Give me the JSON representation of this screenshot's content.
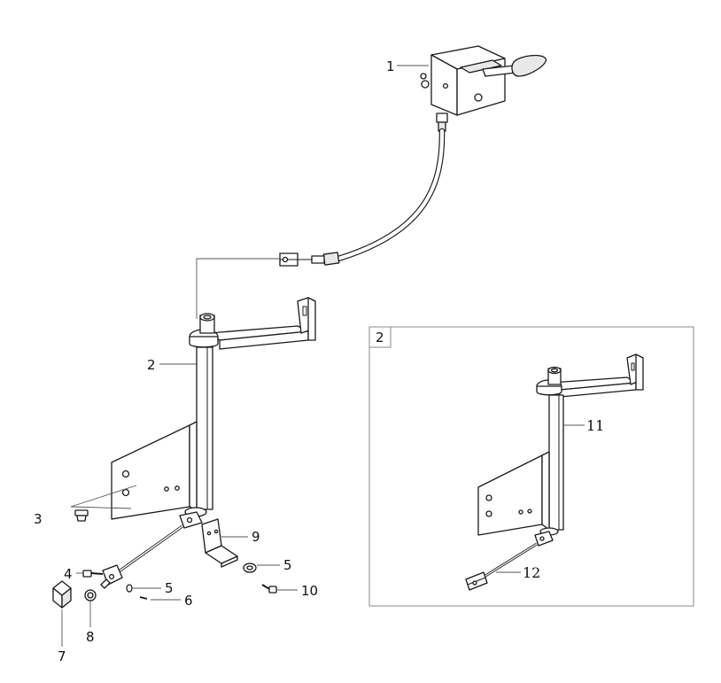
{
  "callouts": {
    "c1": "1",
    "c2": "2",
    "c3": "3",
    "c4": "4",
    "c5a": "5",
    "c5b": "5",
    "c6": "6",
    "c7": "7",
    "c8": "8",
    "c9": "9",
    "c10": "10",
    "c11": "11",
    "c12": "12"
  },
  "inset": {
    "tag": "2"
  }
}
